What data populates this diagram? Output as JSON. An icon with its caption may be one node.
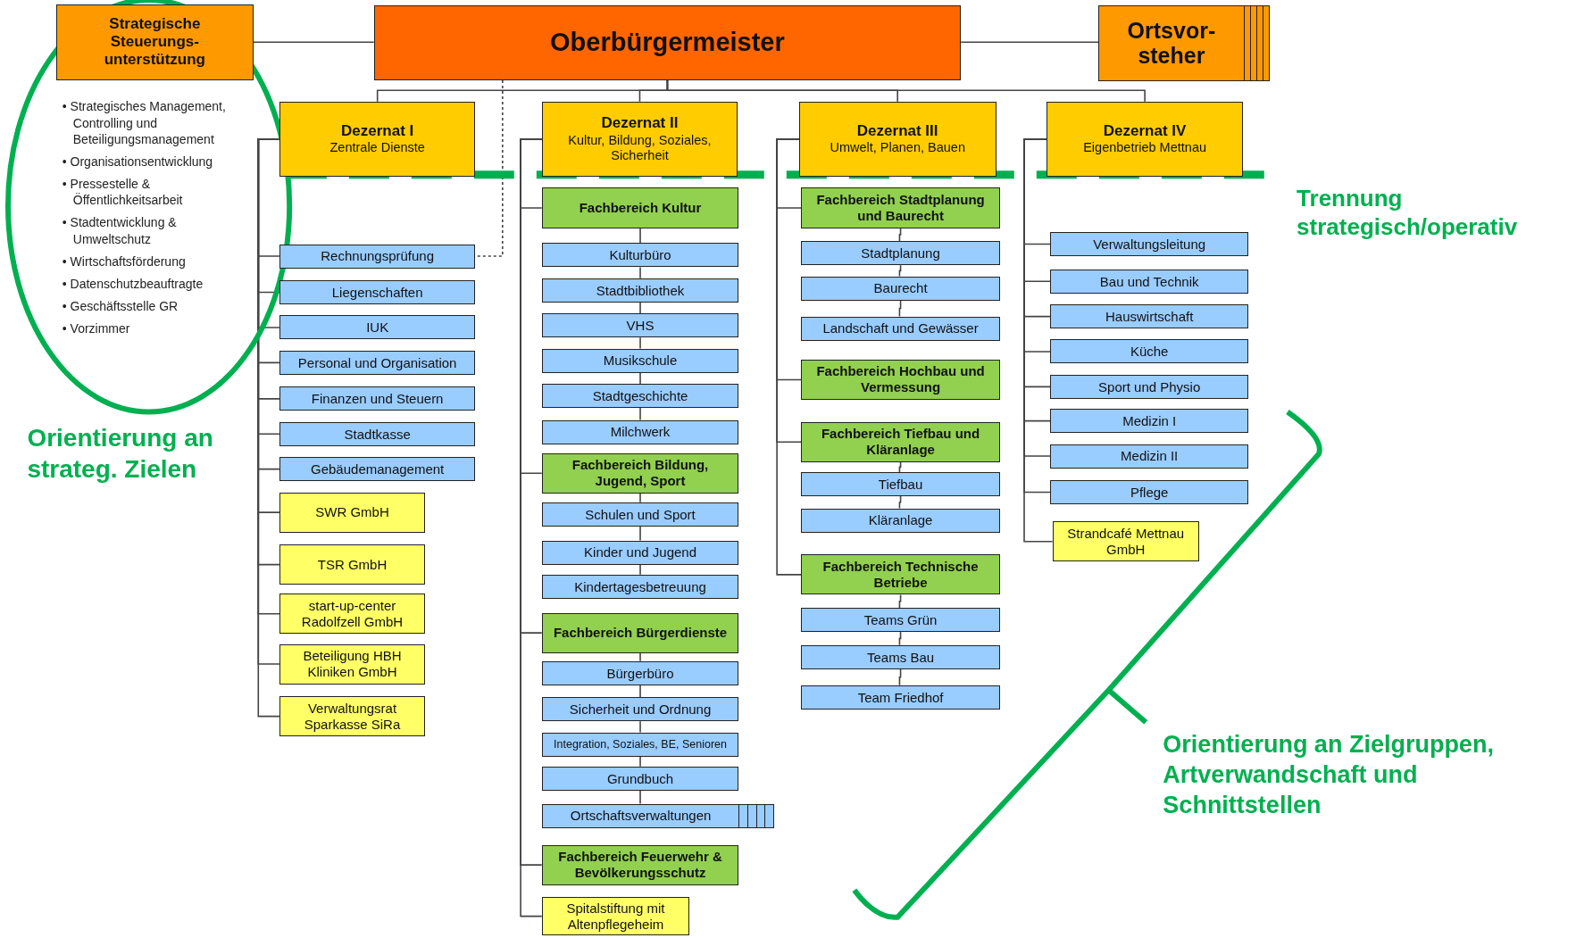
{
  "diagram": {
    "nodes": [
      {
        "text": [
          "Strategische Steuerungs- unterstützung"
        ],
        "beside": [
          "• Strategisches Management, Controlling und Beteiligungsmanagement",
          "• Organisationsentwicklung",
          "• Pressestelle & Öffentlichkeitsarbeit",
          "• Stadtentwicklung & Umweltschutz",
          "• Wirtschaftsförderung",
          "• Datenschutzbeauftragte",
          "• Geschäftsstelle GR",
          "• Vorzimmer"
        ]
      },
      {
        "text": [
          "Oberbürgermeister"
        ]
      },
      {
        "text": [
          "Ortsvor- steher"
        ]
      },
      {
        "text": [
          "Dezernat I",
          "Zentrale Dienste"
        ]
      },
      {
        "text": [
          "Dezernat II",
          "Kultur, Bildung, Soziales, Sicherheit"
        ]
      },
      {
        "text": [
          "Dezernat III",
          "Umwelt, Planen, Bauen"
        ]
      },
      {
        "text": [
          "Dezernat IV",
          "Eigenbetrieb Mettnau"
        ]
      },
      {
        "text": [
          "Rechnungsprüfung"
        ]
      },
      {
        "text": [
          "Liegenschaften"
        ]
      },
      {
        "text": [
          "IUK"
        ]
      },
      {
        "text": [
          "Personal und Organisation"
        ]
      },
      {
        "text": [
          "Finanzen und Steuern"
        ]
      },
      {
        "text": [
          "Stadtkasse"
        ]
      },
      {
        "text": [
          "Gebäudemanagement"
        ]
      },
      {
        "text": [
          "SWR GmbH"
        ]
      },
      {
        "text": [
          "TSR GmbH"
        ]
      },
      {
        "text": [
          "start-up-center Radolfzell GmbH"
        ]
      },
      {
        "text": [
          "Beteiligung HBH Kliniken GmbH"
        ]
      },
      {
        "text": [
          "Verwaltungsrat Sparkasse SiRa"
        ]
      },
      {
        "text": [
          "Fachbereich Kultur"
        ]
      },
      {
        "text": [
          "Kulturbüro"
        ]
      },
      {
        "text": [
          "Stadtbibliothek"
        ]
      },
      {
        "text": [
          "VHS"
        ]
      },
      {
        "text": [
          "Musikschule"
        ]
      },
      {
        "text": [
          "Stadtgeschichte"
        ]
      },
      {
        "text": [
          "Milchwerk"
        ]
      },
      {
        "text": [
          "Fachbereich Bildung, Jugend, Sport"
        ]
      },
      {
        "text": [
          "Schulen und Sport"
        ]
      },
      {
        "text": [
          "Kinder und Jugend"
        ]
      },
      {
        "text": [
          "Kindertagesbetreuung"
        ]
      },
      {
        "text": [
          "Fachbereich Bürgerdienste"
        ]
      },
      {
        "text": [
          "Bürgerbüro"
        ]
      },
      {
        "text": [
          "Sicherheit und Ordnung"
        ]
      },
      {
        "text": [
          "Integration, Soziales, BE, Senioren"
        ]
      },
      {
        "text": [
          "Grundbuch"
        ]
      },
      {
        "text": [
          "Ortschaftsverwaltungen"
        ]
      },
      {
        "text": [
          "Fachbereich Feuerwehr & Bevölkerungsschutz"
        ]
      },
      {
        "text": [
          "Spitalstiftung mit Altenpflegeheim"
        ]
      },
      {
        "text": [
          "Fachbereich Stadtplanung und Baurecht"
        ]
      },
      {
        "text": [
          "Stadtplanung"
        ]
      },
      {
        "text": [
          "Baurecht"
        ]
      },
      {
        "text": [
          "Landschaft und Gewässer"
        ]
      },
      {
        "text": [
          "Fachbereich Hochbau und Vermessung"
        ]
      },
      {
        "text": [
          "Fachbereich Tiefbau und Kläranlage"
        ]
      },
      {
        "text": [
          "Tiefbau"
        ]
      },
      {
        "text": [
          "Kläranlage"
        ]
      },
      {
        "text": [
          "Fachbereich Technische Betriebe"
        ]
      },
      {
        "text": [
          "Teams Grün"
        ]
      },
      {
        "text": [
          "Teams Bau"
        ]
      },
      {
        "text": [
          "Team Friedhof"
        ]
      },
      {
        "text": [
          "Verwaltungsleitung"
        ]
      },
      {
        "text": [
          "Bau und Technik"
        ]
      },
      {
        "text": [
          "Hauswirtschaft"
        ]
      },
      {
        "text": [
          "Küche"
        ]
      },
      {
        "text": [
          "Sport und Physio"
        ]
      },
      {
        "text": [
          "Medizin I"
        ]
      },
      {
        "text": [
          "Medizin II"
        ]
      },
      {
        "text": [
          "Pflege"
        ]
      },
      {
        "text": [
          "Strandcafé Mettnau GmbH"
        ]
      }
    ],
    "edges": [
      {
        "from": 1,
        "to": 0,
        "arrow": "none"
      },
      {
        "from": 1,
        "to": 2,
        "arrow": "none"
      },
      {
        "from": 1,
        "to": 3,
        "arrow": "none"
      },
      {
        "from": 1,
        "to": 4,
        "arrow": "none"
      },
      {
        "from": 1,
        "to": 5,
        "arrow": "none"
      },
      {
        "from": 1,
        "to": 6,
        "arrow": "none"
      },
      {
        "from": 1,
        "to": 7,
        "arrow": "none",
        "style": "dashed"
      },
      {
        "from": 3,
        "to": 7,
        "arrow": "none"
      },
      {
        "from": 3,
        "to": 8,
        "arrow": "none"
      },
      {
        "from": 3,
        "to": 9,
        "arrow": "none"
      },
      {
        "from": 3,
        "to": 10,
        "arrow": "none"
      },
      {
        "from": 3,
        "to": 11,
        "arrow": "none"
      },
      {
        "from": 3,
        "to": 12,
        "arrow": "none"
      },
      {
        "from": 3,
        "to": 13,
        "arrow": "none"
      },
      {
        "from": 3,
        "to": 14,
        "arrow": "none"
      },
      {
        "from": 3,
        "to": 15,
        "arrow": "none"
      },
      {
        "from": 3,
        "to": 16,
        "arrow": "none"
      },
      {
        "from": 3,
        "to": 17,
        "arrow": "none"
      },
      {
        "from": 3,
        "to": 18,
        "arrow": "none"
      },
      {
        "from": 4,
        "to": 19,
        "arrow": "none"
      },
      {
        "from": 4,
        "to": 26,
        "arrow": "none"
      },
      {
        "from": 4,
        "to": 30,
        "arrow": "none"
      },
      {
        "from": 4,
        "to": 36,
        "arrow": "none"
      },
      {
        "from": 4,
        "to": 37,
        "arrow": "none"
      },
      {
        "from": 19,
        "to": 20,
        "arrow": "none"
      },
      {
        "from": 20,
        "to": 21,
        "arrow": "none"
      },
      {
        "from": 21,
        "to": 22,
        "arrow": "none"
      },
      {
        "from": 22,
        "to": 23,
        "arrow": "none"
      },
      {
        "from": 23,
        "to": 24,
        "arrow": "none"
      },
      {
        "from": 24,
        "to": 25,
        "arrow": "none"
      },
      {
        "from": 26,
        "to": 27,
        "arrow": "none"
      },
      {
        "from": 27,
        "to": 28,
        "arrow": "none"
      },
      {
        "from": 28,
        "to": 29,
        "arrow": "none"
      },
      {
        "from": 30,
        "to": 31,
        "arrow": "none"
      },
      {
        "from": 31,
        "to": 32,
        "arrow": "none"
      },
      {
        "from": 32,
        "to": 33,
        "arrow": "none"
      },
      {
        "from": 33,
        "to": 34,
        "arrow": "none"
      },
      {
        "from": 34,
        "to": 35,
        "arrow": "none"
      },
      {
        "from": 5,
        "to": 38,
        "arrow": "none"
      },
      {
        "from": 5,
        "to": 42,
        "arrow": "none"
      },
      {
        "from": 5,
        "to": 43,
        "arrow": "none"
      },
      {
        "from": 5,
        "to": 46,
        "arrow": "none"
      },
      {
        "from": 38,
        "to": 39,
        "arrow": "none"
      },
      {
        "from": 39,
        "to": 40,
        "arrow": "none"
      },
      {
        "from": 40,
        "to": 41,
        "arrow": "none"
      },
      {
        "from": 43,
        "to": 44,
        "arrow": "none"
      },
      {
        "from": 44,
        "to": 45,
        "arrow": "none"
      },
      {
        "from": 46,
        "to": 47,
        "arrow": "none"
      },
      {
        "from": 47,
        "to": 48,
        "arrow": "none"
      },
      {
        "from": 48,
        "to": 49,
        "arrow": "none"
      },
      {
        "from": 6,
        "to": 50,
        "arrow": "none"
      },
      {
        "from": 6,
        "to": 51,
        "arrow": "none"
      },
      {
        "from": 6,
        "to": 52,
        "arrow": "none"
      },
      {
        "from": 6,
        "to": 53,
        "arrow": "none"
      },
      {
        "from": 6,
        "to": 54,
        "arrow": "none"
      },
      {
        "from": 6,
        "to": 55,
        "arrow": "none"
      },
      {
        "from": 6,
        "to": 56,
        "arrow": "none"
      },
      {
        "from": 6,
        "to": 57,
        "arrow": "none"
      },
      {
        "from": 6,
        "to": 58,
        "arrow": "none"
      }
    ],
    "labels": [
      "Orientierung an strateg. Zielen",
      "Trennung strategisch/operativ",
      "Orientierung an Zielgruppen, Artverwandschaft und Schnittstellen"
    ]
  }
}
